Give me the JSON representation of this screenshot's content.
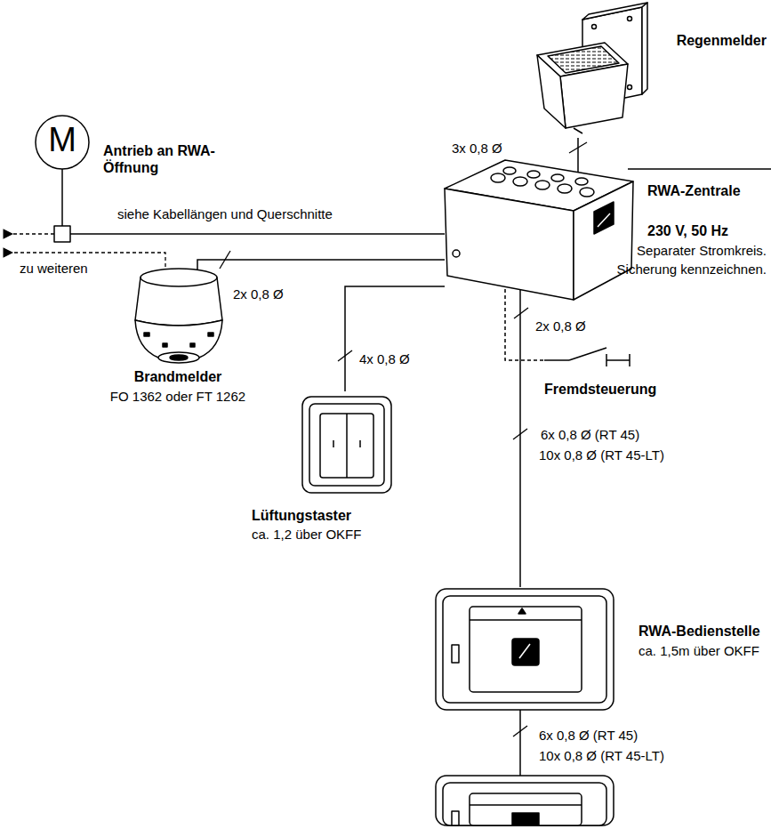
{
  "diagram": {
    "nodes": [
      {
        "text": [
          "Regenmelder"
        ]
      },
      {
        "text": [
          "RWA-Zentrale"
        ]
      },
      {
        "text": [
          "M",
          "Antrieb an RWA-Öffnung"
        ]
      },
      {
        "text": [
          "Brandmelder",
          "FO 1362 oder FT 1262"
        ]
      },
      {
        "text": [
          "Lüftungstaster",
          "ca. 1,2 über OKFF"
        ]
      },
      {
        "text": [
          "Fremdsteuerung"
        ]
      },
      {
        "text": [
          "RWA-Bedienstelle",
          "ca. 1,5m über OKFF"
        ]
      }
    ],
    "edges": [
      {
        "from": 0,
        "to": 1,
        "arrow": "none",
        "label": "3x 0,8 Ø"
      },
      {
        "from": 1,
        "to": 2,
        "arrow": "none",
        "label": "siehe Kabellängen und Querschnitte"
      },
      {
        "from": 1,
        "to": 3,
        "arrow": "none",
        "label": "2x 0,8 Ø"
      },
      {
        "from": 1,
        "to": 4,
        "arrow": "none",
        "label": "4x 0,8 Ø"
      },
      {
        "from": 1,
        "to": 5,
        "arrow": "none",
        "label": "2x 0,8 Ø"
      },
      {
        "from": 1,
        "to": 6,
        "arrow": "none",
        "label": "6x 0,8 Ø (RT 45)"
      }
    ],
    "labels": [
      "230 V, 50 Hz",
      "Separater Stromkreis.",
      "Sicherung kennzeichnen.",
      "zu weiteren",
      "10x 0,8 Ø (RT 45-LT)",
      "6x 0,8 Ø (RT 45)",
      "10x 0,8 Ø (RT 45-LT)"
    ]
  }
}
